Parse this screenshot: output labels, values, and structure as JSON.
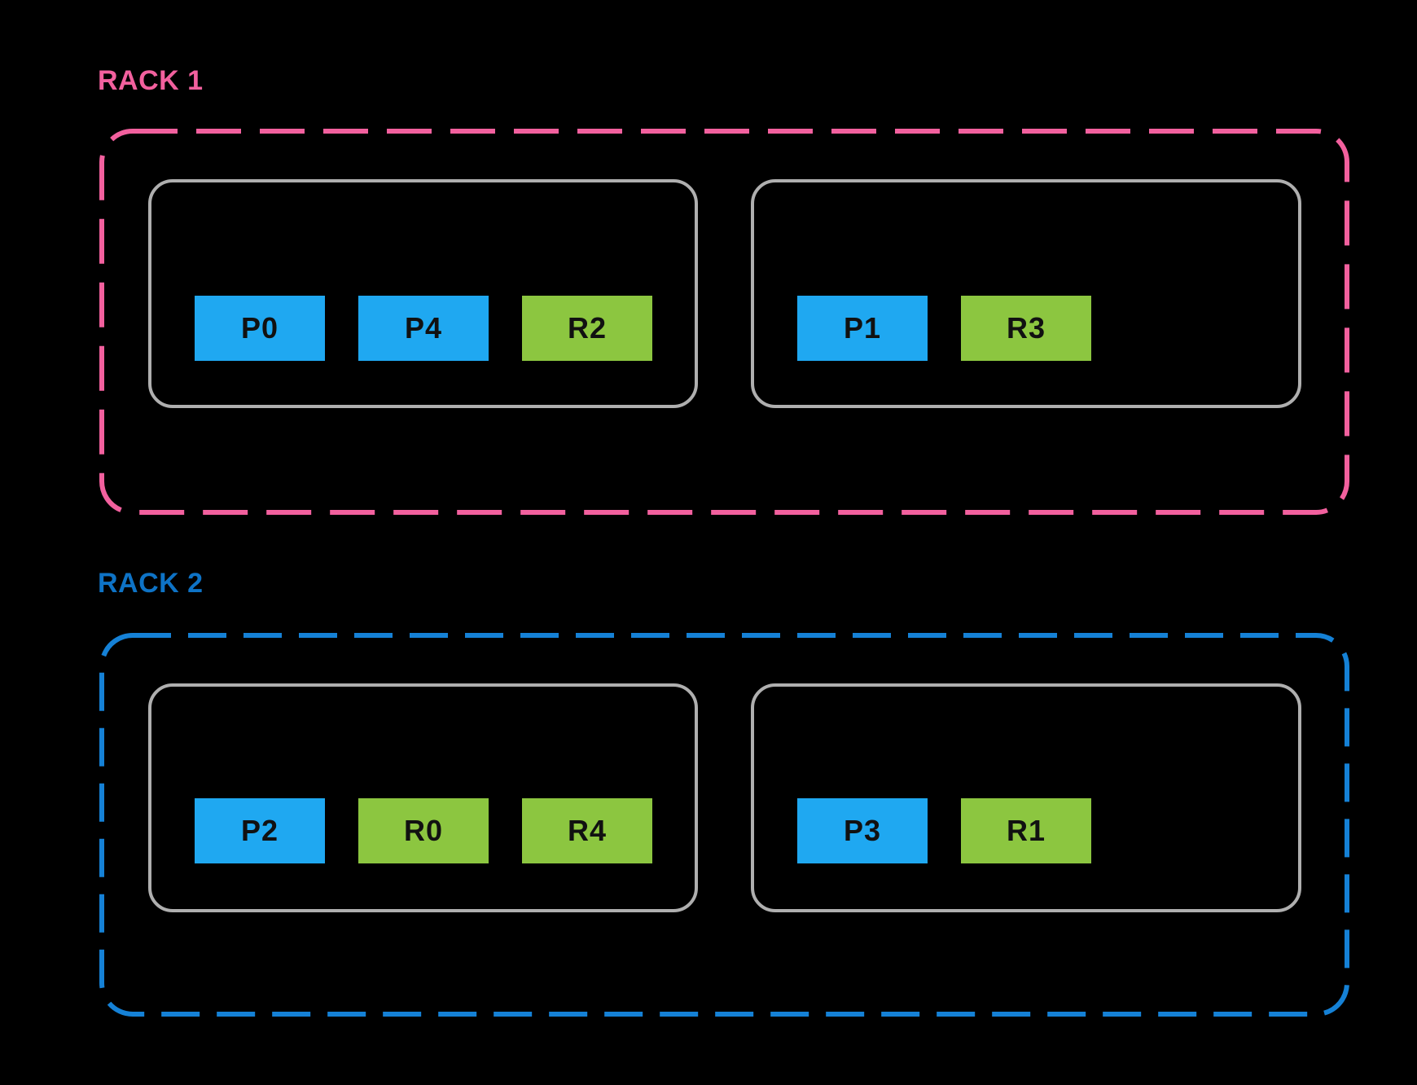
{
  "colors": {
    "background": "#000000",
    "partition_blue": "#1FA8F1",
    "replica_green": "#8CC640",
    "node_border_gray": "#AFAFAF",
    "block_text": "#111111",
    "rack1_accent": "#F2609E",
    "rack2_accent": "#1581D6",
    "rack2_label": "#0E73C6"
  },
  "racks": [
    {
      "label": "RACK 1",
      "accent": "#F2609E",
      "nodes": [
        {
          "blocks": [
            {
              "label": "P0",
              "type": "partition"
            },
            {
              "label": "P4",
              "type": "partition"
            },
            {
              "label": "R2",
              "type": "replica"
            }
          ]
        },
        {
          "blocks": [
            {
              "label": "P1",
              "type": "partition"
            },
            {
              "label": "R3",
              "type": "replica"
            }
          ]
        }
      ]
    },
    {
      "label": "RACK 2",
      "accent": "#1581D6",
      "nodes": [
        {
          "blocks": [
            {
              "label": "P2",
              "type": "partition"
            },
            {
              "label": "R0",
              "type": "replica"
            },
            {
              "label": "R4",
              "type": "replica"
            }
          ]
        },
        {
          "blocks": [
            {
              "label": "P3",
              "type": "partition"
            },
            {
              "label": "R1",
              "type": "replica"
            }
          ]
        }
      ]
    }
  ]
}
